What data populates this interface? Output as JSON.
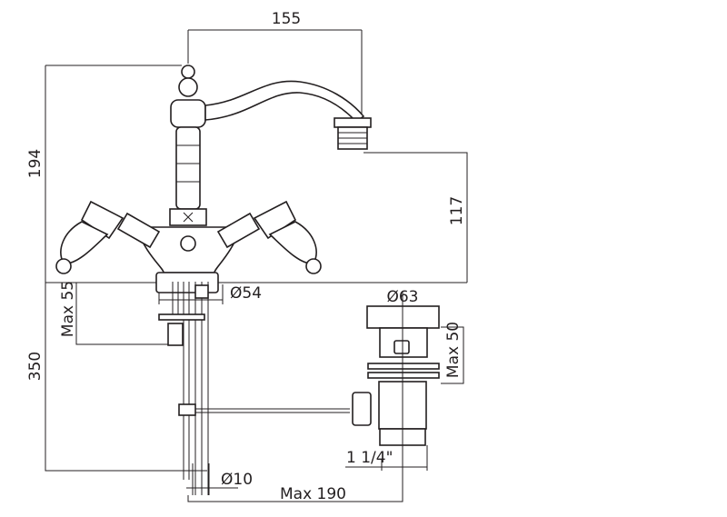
{
  "title": "Bidet mixer technical drawing",
  "dimensions": {
    "spout_reach": "155",
    "total_height": "194",
    "spout_height": "117",
    "base_diameter": "Ø54",
    "max_deck_thickness": "Max 55",
    "flexible_length": "350",
    "waste_diameter": "Ø63",
    "waste_max_depth": "Max 50",
    "waste_thread": "1 1/4\"",
    "pipe_diameter": "Ø10",
    "max_rod_length": "Max 190"
  }
}
